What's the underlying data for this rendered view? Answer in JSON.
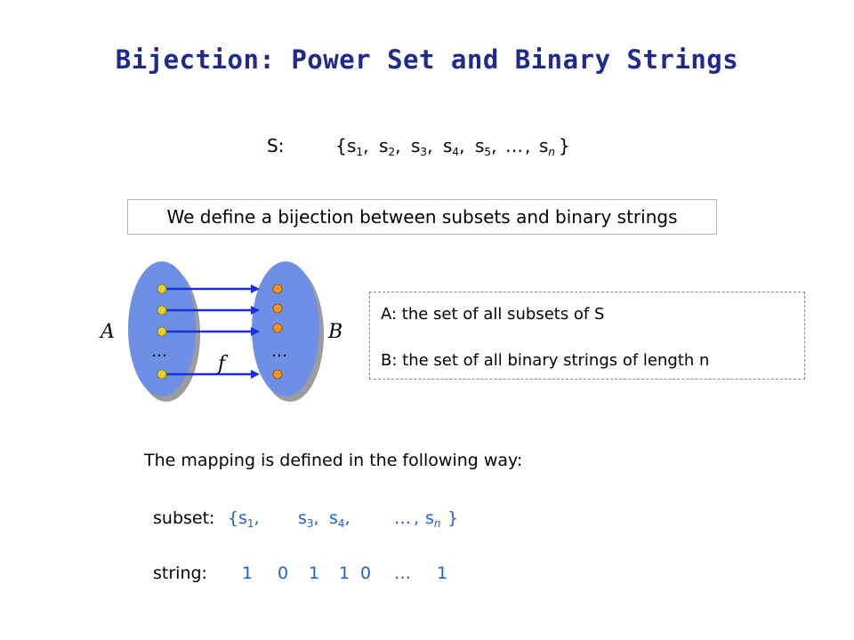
{
  "title": "Bijection: Power Set and Binary Strings",
  "set_line": {
    "label": "S:",
    "open": "{",
    "elements": [
      {
        "base": "s",
        "sub": "1"
      },
      {
        "base": "s",
        "sub": "2"
      },
      {
        "base": "s",
        "sub": "3"
      },
      {
        "base": "s",
        "sub": "4"
      },
      {
        "base": "s",
        "sub": "5"
      }
    ],
    "ellipsis": "…",
    "last": {
      "base": "s",
      "sub": "n"
    },
    "close": "}"
  },
  "definition_text": "We define a bijection between subsets and binary strings",
  "diagram": {
    "label_a": "A",
    "label_b": "B",
    "label_f": "f",
    "dots_a": "…",
    "dots_b": "…",
    "colors": {
      "ellipse": "#6f8fe6",
      "ellipse_shadow": "#9c9c9c",
      "dot_a": "#e6d22a",
      "dot_b": "#f2941e",
      "arrow": "#1a2ed8"
    }
  },
  "legend": {
    "a_text": "A: the set of all subsets of S",
    "b_text": "B: the set of all binary strings of length n"
  },
  "mapping_text": "The mapping is defined in the following way:",
  "example": {
    "subset_label": "subset:",
    "open": "{",
    "s1": {
      "base": "s",
      "sub": "1"
    },
    "s3": {
      "base": "s",
      "sub": "3"
    },
    "s4": {
      "base": "s",
      "sub": "4"
    },
    "ellipsis": "…",
    "sn": {
      "base": "s",
      "sub": "n"
    },
    "close": "}",
    "string_label": "string:",
    "bits": [
      "1",
      "0",
      "1",
      "1",
      "0"
    ],
    "bits_ellipsis": "…",
    "last_bit": "1"
  }
}
